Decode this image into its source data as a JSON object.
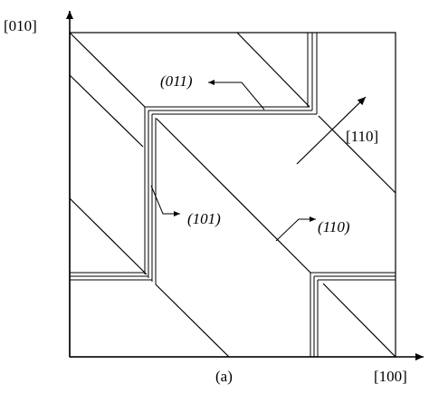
{
  "axes": {
    "y_label": "[010]",
    "x_label": "[100]"
  },
  "annotations": {
    "plane_011": "(011)",
    "plane_101": "(101)",
    "plane_110": "(110)",
    "direction_110": "[110]"
  },
  "caption": "(a)"
}
